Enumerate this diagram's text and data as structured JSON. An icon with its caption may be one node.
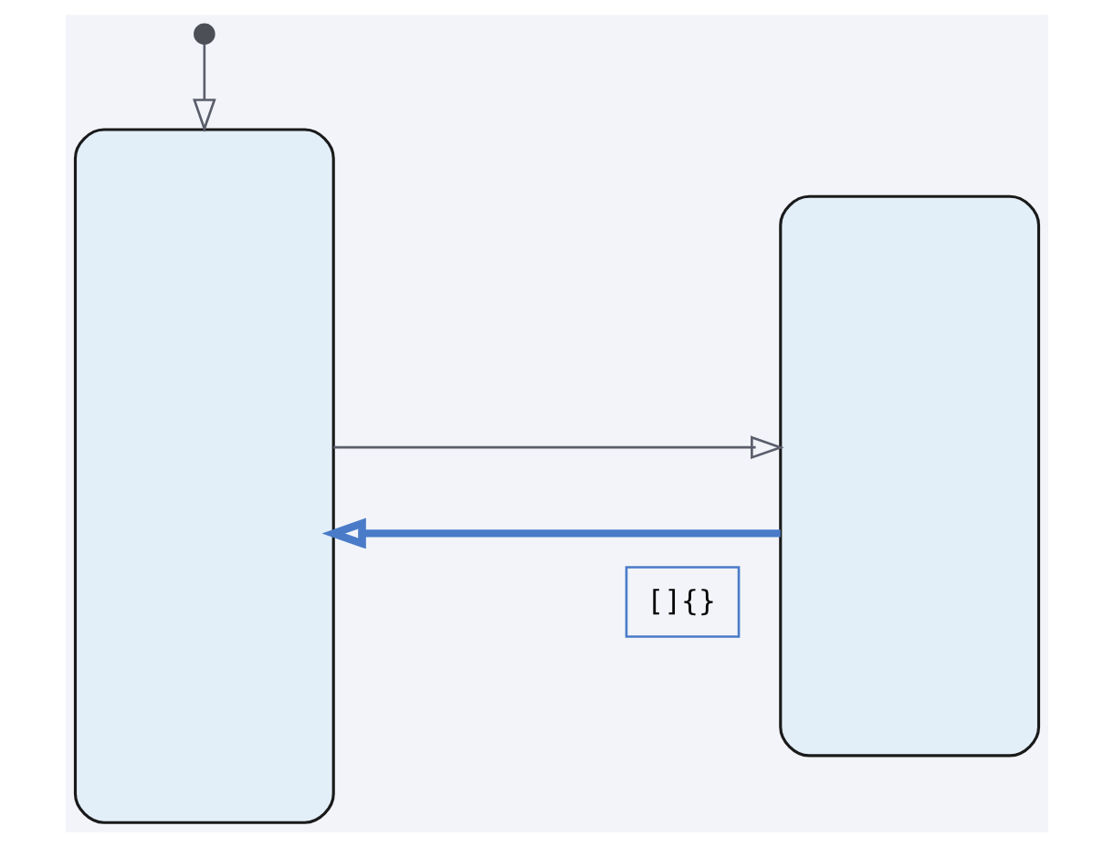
{
  "diagram": {
    "nodes": [
      {
        "text": [],
        "shape": "circle"
      },
      {
        "text": [],
        "shape": "box"
      },
      {
        "text": [],
        "shape": "box"
      }
    ],
    "edges": [
      {
        "from": 0,
        "to": 1,
        "arrow": "to"
      },
      {
        "from": 1,
        "to": 2,
        "arrow": "to"
      },
      {
        "from": 2,
        "to": 1,
        "arrow": "to",
        "label": "[]{}",
        "style": "thick",
        "color": "#4a7bc8"
      }
    ]
  }
}
